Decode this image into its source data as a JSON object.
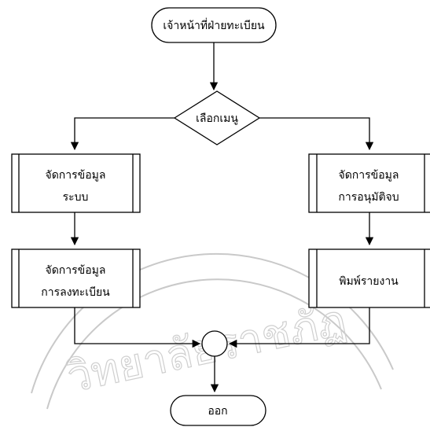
{
  "flowchart": {
    "start_label": "เจ้าหน้าที่ฝ่ายทะเบียน",
    "decision_label": "เลือกเมนู",
    "left_process_1": {
      "line1": "จัดการข้อมูล",
      "line2": "ระบบ"
    },
    "left_process_2": {
      "line1": "จัดการข้อมูล",
      "line2": "การลงทะเบียน"
    },
    "right_process_1": {
      "line1": "จัดการข้อมูล",
      "line2": "การอนุมัติจบ"
    },
    "right_process_2": {
      "line1": "พิมพ์รายงาน"
    },
    "end_label": "ออก"
  },
  "watermark": {
    "text": "วิทยาลัยราชภัฏ",
    "color": "#c9c9c9"
  },
  "colors": {
    "stroke": "#000000",
    "background": "#ffffff"
  }
}
